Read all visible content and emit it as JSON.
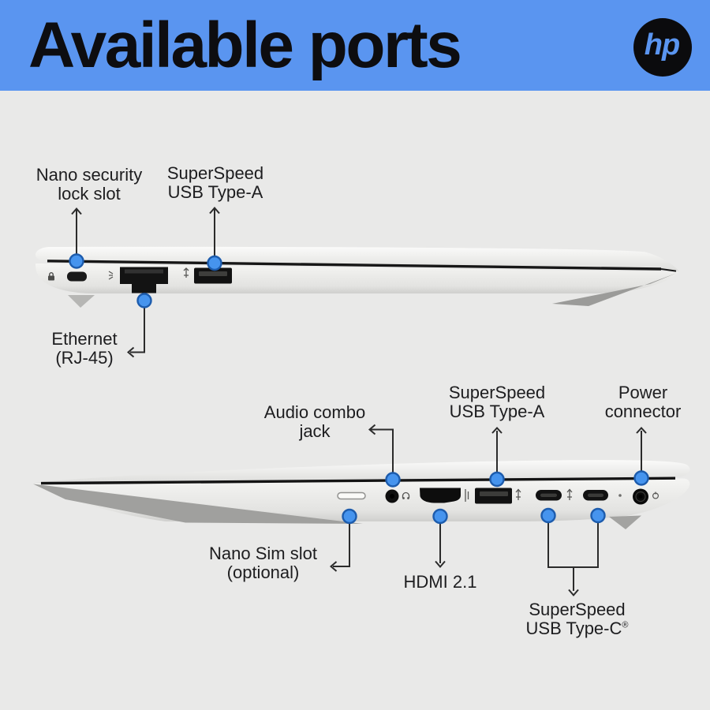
{
  "header": {
    "title": "Available ports",
    "logo_text": "hp"
  },
  "colors": {
    "header_bg": "#5a95f0",
    "canvas_bg": "#e9e9e8",
    "callout_dot_fill": "#4694ee",
    "callout_dot_border": "#1d5cad",
    "arrow": "#2b2b2b",
    "label_text": "#1d1d1f",
    "port_black": "#121212"
  },
  "top_laptop": {
    "view": "left side view",
    "labels": {
      "lock": "Nano security lock slot",
      "usb_a": "SuperSpeed USB Type-A",
      "ethernet": "Ethernet (RJ-45)"
    }
  },
  "bottom_laptop": {
    "view": "right side view",
    "labels": {
      "audio": "Audio combo jack",
      "usb_a": "SuperSpeed USB Type-A",
      "power": "Power connector",
      "nano_sim": "Nano Sim slot (optional)",
      "hdmi": "HDMI 2.1",
      "usb_c": "SuperSpeed USB Type-C",
      "usb_c_sup": "®"
    }
  }
}
